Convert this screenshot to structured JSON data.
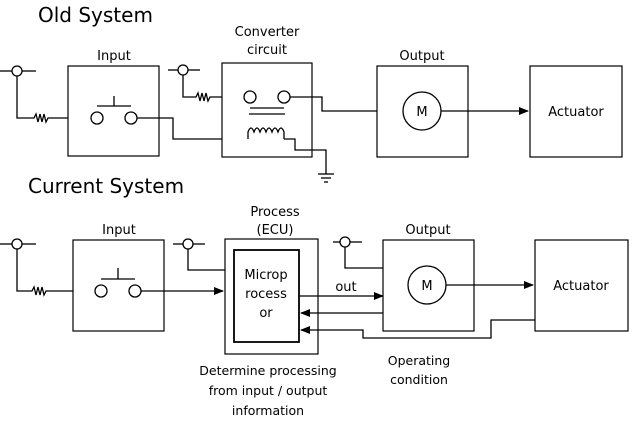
{
  "old_system": {
    "title": "Old System",
    "input_label": "Input",
    "converter_label_line1": "Converter",
    "converter_label_line2": "circuit",
    "output_label": "Output",
    "motor_label": "M",
    "actuator_label": "Actuator"
  },
  "current_system": {
    "title": "Current System",
    "input_label": "Input",
    "process_label_line1": "Process",
    "process_label_line2": "(ECU)",
    "micro_line1": "Microp",
    "micro_line2": "rocess",
    "micro_line3": "or",
    "out_label": "out",
    "output_label": "Output",
    "motor_label": "M",
    "actuator_label": "Actuator",
    "condition_line1": "Operating",
    "condition_line2": "condition",
    "determine_line1": "Determine processing",
    "determine_line2": "from input / output",
    "determine_line3": "information"
  }
}
